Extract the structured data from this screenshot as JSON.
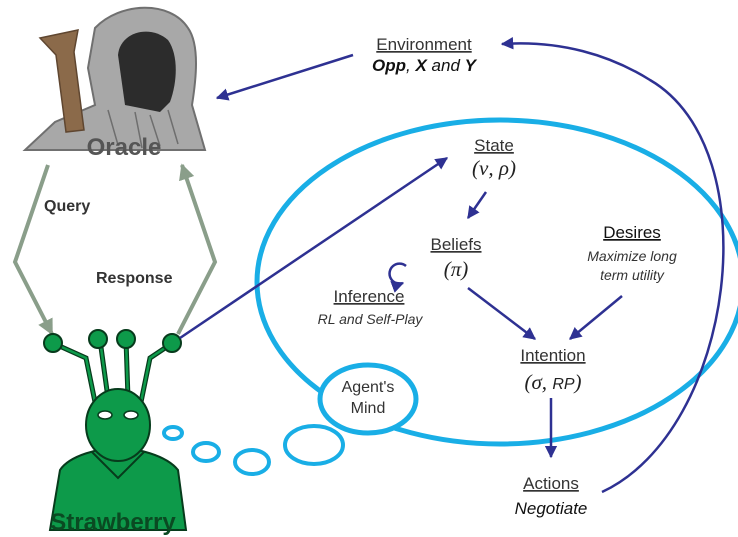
{
  "oracle": {
    "label": "Oracle"
  },
  "strawberry": {
    "label": "Strawberry"
  },
  "links": {
    "query": "Query",
    "response": "Response"
  },
  "environment": {
    "heading": "Environment",
    "detail_opp": "Opp",
    "detail_sep1": ", ",
    "detail_x": "X",
    "detail_and": " and ",
    "detail_y": "Y"
  },
  "mind": {
    "line1": "Agent's",
    "line2": "Mind"
  },
  "state": {
    "heading": "State",
    "formula": "(ν, ρ)"
  },
  "beliefs": {
    "heading": "Beliefs",
    "formula": "(π)"
  },
  "desires": {
    "heading": "Desires",
    "line1": "Maximize long",
    "line2": "term utility"
  },
  "inference": {
    "heading": "Inference",
    "detail": "RL and Self-Play"
  },
  "intention": {
    "heading": "Intention",
    "formula_open": "(σ, ",
    "formula_rp": "RP",
    "formula_close": ")"
  },
  "actions": {
    "heading": "Actions",
    "detail": "Negotiate"
  },
  "colors": {
    "mind_blue": "#19aee6",
    "arrow_navy": "#2e3192",
    "link_gray": "#8a9e8a",
    "agent_green": "#0d9a4a",
    "oracle_gray": "#8c8c8c",
    "staff_brown": "#8b6a4a"
  }
}
